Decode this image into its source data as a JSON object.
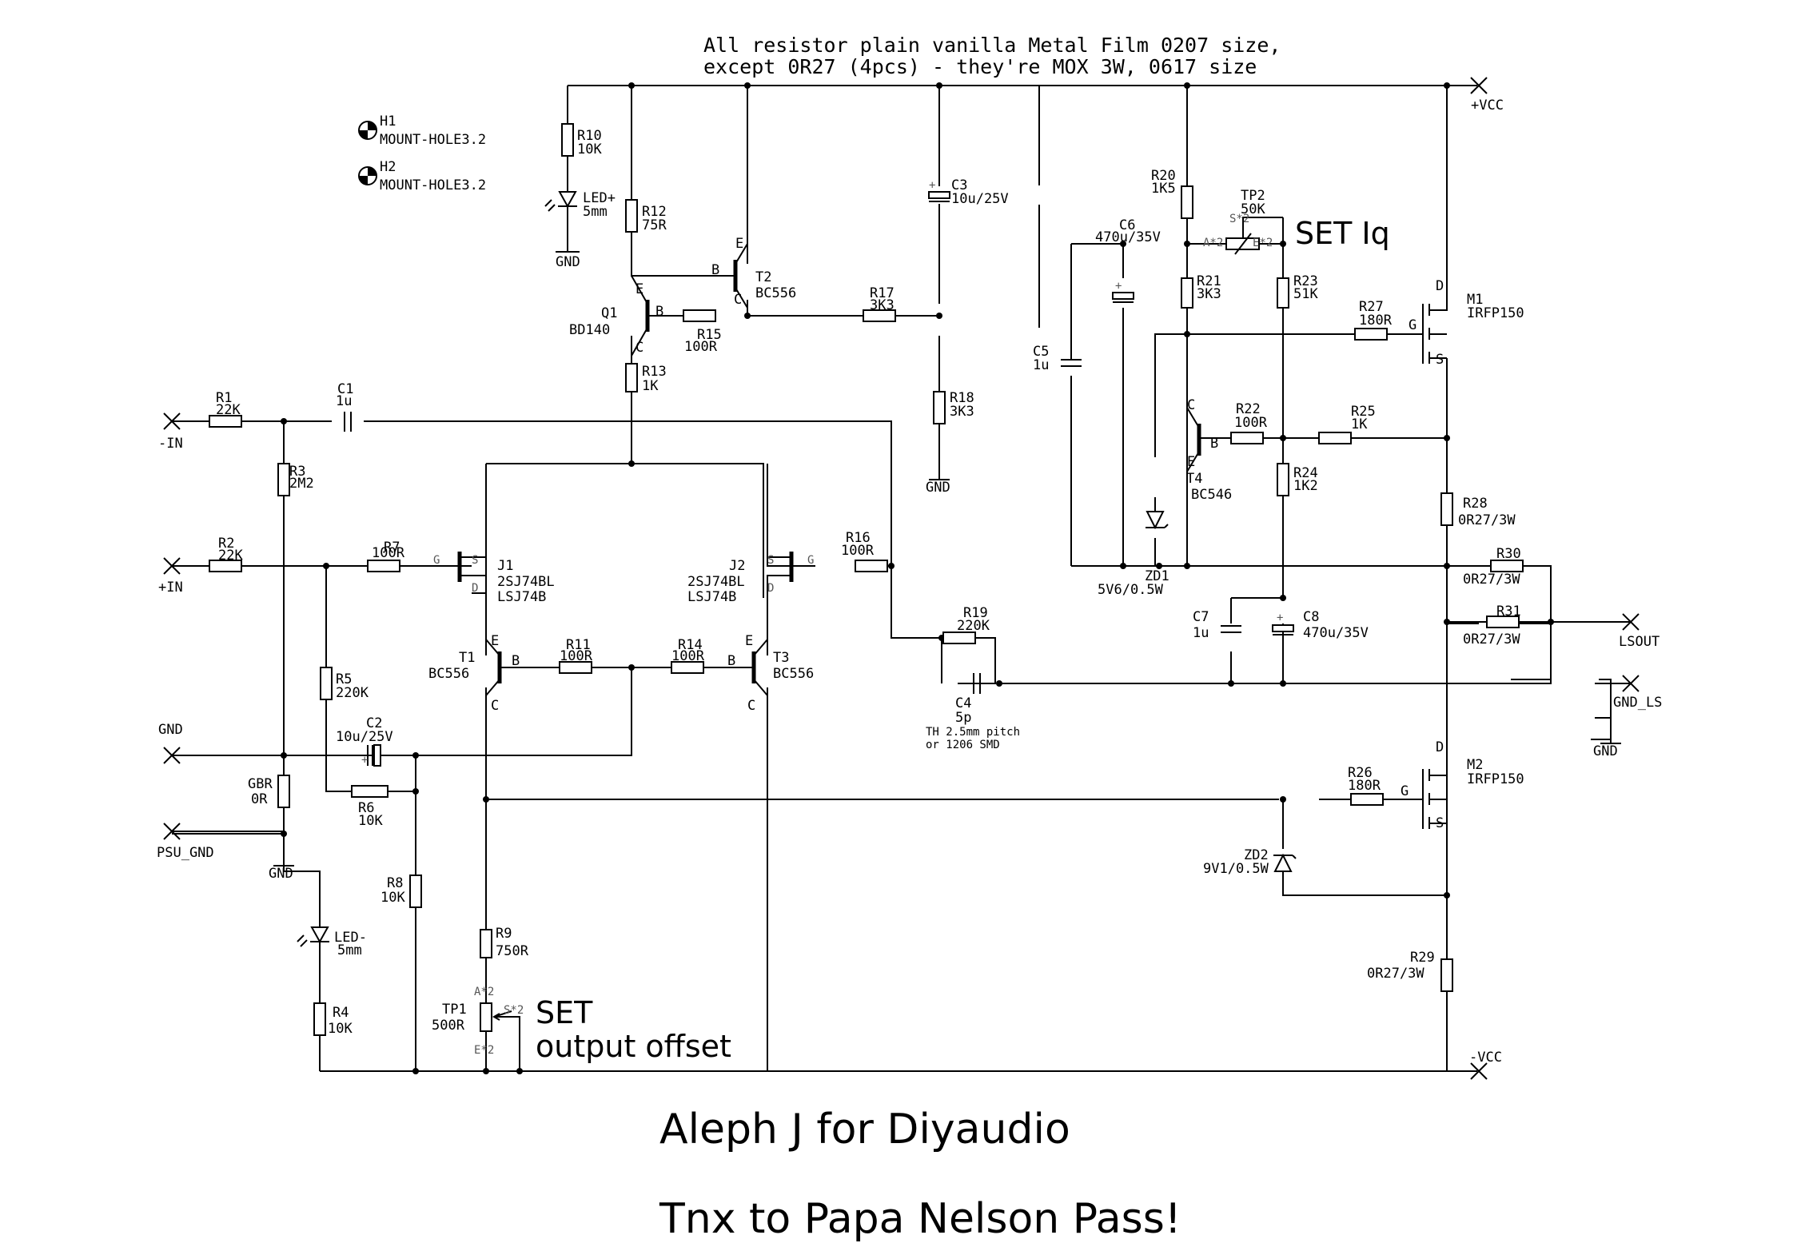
{
  "notes": {
    "top_line1": "All resistor plain vanilla Metal Film 0207 size,",
    "top_line2": "except 0R27 (4pcs) - they're MOX 3W, 0617 size",
    "set_iq": "SET Iq",
    "set_offset_1": "SET",
    "set_offset_2": "output offset",
    "c4_note_1": "TH 2.5mm pitch",
    "c4_note_2": "or 1206 SMD",
    "title": "Aleph J for Diyaudio",
    "credit": "Tnx to Papa Nelson Pass!"
  },
  "ports": {
    "in_neg": "-IN",
    "in_pos": "+IN",
    "gnd": "GND",
    "psu_gnd": "PSU_GND",
    "vcc_pos": "+VCC",
    "vcc_neg": "-VCC",
    "lsout": "LSOUT",
    "gnd_ls": "GND_LS"
  },
  "grounds": {
    "led_plus": "GND",
    "r18": "GND",
    "psu": "GND",
    "gnd_ls": "GND"
  },
  "mount_holes": [
    {
      "ref": "H1",
      "value": "MOUNT-HOLE3.2"
    },
    {
      "ref": "H2",
      "value": "MOUNT-HOLE3.2"
    }
  ],
  "pins": {
    "b": "B",
    "c": "C",
    "e": "E",
    "g": "G",
    "s": "S",
    "d": "D",
    "plus": "+",
    "a2": "A*2",
    "e2": "E*2",
    "s2": "S*2"
  },
  "components": {
    "R1": {
      "ref": "R1",
      "value": "22K"
    },
    "R2": {
      "ref": "R2",
      "value": "22K"
    },
    "R3": {
      "ref": "R3",
      "value": "2M2"
    },
    "R4": {
      "ref": "R4",
      "value": "10K"
    },
    "R5": {
      "ref": "R5",
      "value": "220K"
    },
    "R6": {
      "ref": "R6",
      "value": "10K"
    },
    "R7": {
      "ref": "R7",
      "value": "100R"
    },
    "R8": {
      "ref": "R8",
      "value": "10K"
    },
    "R9": {
      "ref": "R9",
      "value": "750R"
    },
    "R10": {
      "ref": "R10",
      "value": "10K"
    },
    "R11": {
      "ref": "R11",
      "value": "100R"
    },
    "R12": {
      "ref": "R12",
      "value": "75R"
    },
    "R13": {
      "ref": "R13",
      "value": "1K"
    },
    "R14": {
      "ref": "R14",
      "value": "100R"
    },
    "R15": {
      "ref": "R15",
      "value": "100R"
    },
    "R16": {
      "ref": "R16",
      "value": "100R"
    },
    "R17": {
      "ref": "R17",
      "value": "3K3"
    },
    "R18": {
      "ref": "R18",
      "value": "3K3"
    },
    "R19": {
      "ref": "R19",
      "value": "220K"
    },
    "R20": {
      "ref": "R20",
      "value": "1K5"
    },
    "R21": {
      "ref": "R21",
      "value": "3K3"
    },
    "R22": {
      "ref": "R22",
      "value": "100R"
    },
    "R23": {
      "ref": "R23",
      "value": "51K"
    },
    "R24": {
      "ref": "R24",
      "value": "1K2"
    },
    "R25": {
      "ref": "R25",
      "value": "1K"
    },
    "R26": {
      "ref": "R26",
      "value": "180R"
    },
    "R27": {
      "ref": "R27",
      "value": "180R"
    },
    "R28": {
      "ref": "R28",
      "value": "0R27/3W"
    },
    "R29": {
      "ref": "R29",
      "value": "0R27/3W"
    },
    "R30": {
      "ref": "R30",
      "value": "0R27/3W"
    },
    "R31": {
      "ref": "R31",
      "value": "0R27/3W"
    },
    "GBR": {
      "ref": "GBR",
      "value": "0R"
    },
    "C1": {
      "ref": "C1",
      "value": "1u"
    },
    "C2": {
      "ref": "C2",
      "value": "10u/25V"
    },
    "C3": {
      "ref": "C3",
      "value": "10u/25V"
    },
    "C4": {
      "ref": "C4",
      "value": "5p"
    },
    "C5": {
      "ref": "C5",
      "value": "1u"
    },
    "C6": {
      "ref": "C6",
      "value": "470u/35V"
    },
    "C7": {
      "ref": "C7",
      "value": "1u"
    },
    "C8": {
      "ref": "C8",
      "value": "470u/35V"
    },
    "LED_P": {
      "ref": "LED+",
      "value": "5mm"
    },
    "LED_N": {
      "ref": "LED-",
      "value": "5mm"
    },
    "Q1": {
      "ref": "Q1",
      "value": "BD140"
    },
    "T1": {
      "ref": "T1",
      "value": "BC556"
    },
    "T2": {
      "ref": "T2",
      "value": "BC556"
    },
    "T3": {
      "ref": "T3",
      "value": "BC556"
    },
    "T4": {
      "ref": "T4",
      "value": "BC546"
    },
    "J1": {
      "ref": "J1",
      "value": "2SJ74BL",
      "value2": "LSJ74B"
    },
    "J2": {
      "ref": "J2",
      "value": "2SJ74BL",
      "value2": "LSJ74B"
    },
    "M1": {
      "ref": "M1",
      "value": "IRFP150"
    },
    "M2": {
      "ref": "M2",
      "value": "IRFP150"
    },
    "ZD1": {
      "ref": "ZD1",
      "value": "5V6/0.5W"
    },
    "ZD2": {
      "ref": "ZD2",
      "value": "9V1/0.5W"
    },
    "TP1": {
      "ref": "TP1",
      "value": "500R"
    },
    "TP2": {
      "ref": "TP2",
      "value": "50K"
    }
  }
}
